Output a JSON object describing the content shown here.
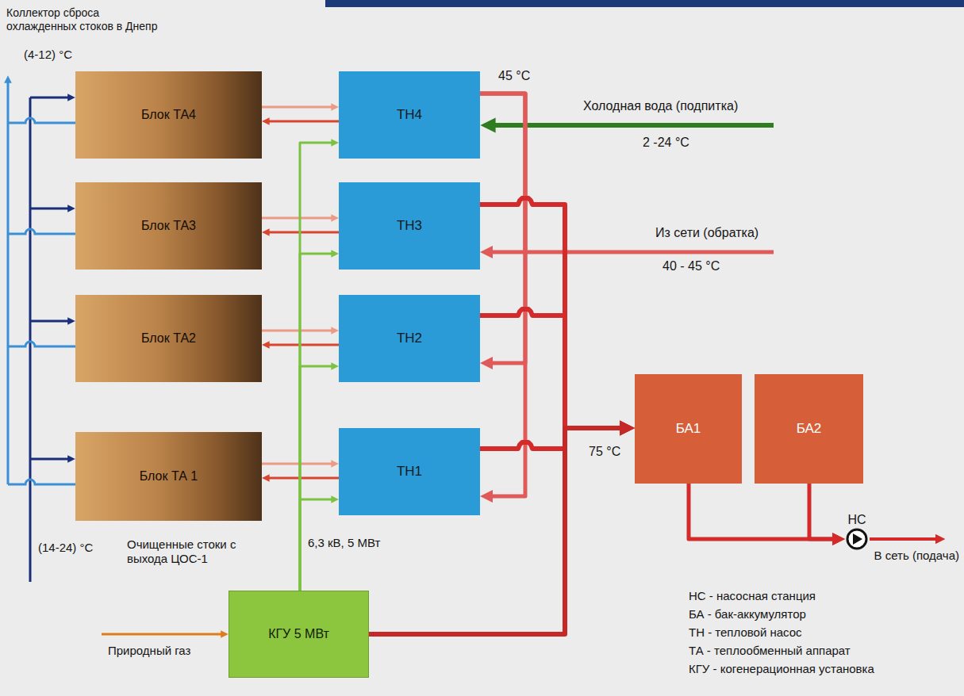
{
  "diagram": {
    "nodes": [
      {
        "text": [
          "Блок ТА4"
        ]
      },
      {
        "text": [
          "ТН4"
        ]
      },
      {
        "text": [
          "Блок ТА3"
        ]
      },
      {
        "text": [
          "ТН3"
        ]
      },
      {
        "text": [
          "Блок ТА2"
        ]
      },
      {
        "text": [
          "ТН2"
        ]
      },
      {
        "text": [
          "Блок ТА 1"
        ]
      },
      {
        "text": [
          "ТН1"
        ]
      },
      {
        "text": [
          "БА1"
        ]
      },
      {
        "text": [
          "БА2"
        ]
      },
      {
        "text": [
          "НС"
        ]
      },
      {
        "text": [
          "КГУ 5 МВт"
        ]
      }
    ],
    "edges": [
      {
        "from": 0,
        "to": 1,
        "arrow": "to"
      },
      {
        "from": 1,
        "to": 0,
        "arrow": "to"
      },
      {
        "from": 2,
        "to": 3,
        "arrow": "to"
      },
      {
        "from": 3,
        "to": 2,
        "arrow": "to"
      },
      {
        "from": 4,
        "to": 5,
        "arrow": "to"
      },
      {
        "from": 5,
        "to": 4,
        "arrow": "to"
      },
      {
        "from": 6,
        "to": 7,
        "arrow": "to"
      },
      {
        "from": 7,
        "to": 6,
        "arrow": "to"
      },
      {
        "from": 11,
        "to": 1,
        "arrow": "to"
      },
      {
        "from": 11,
        "to": 3,
        "arrow": "to"
      },
      {
        "from": 11,
        "to": 5,
        "arrow": "to"
      },
      {
        "from": 11,
        "to": 7,
        "arrow": "to"
      },
      {
        "from": 1,
        "to": 3,
        "arrow": "to"
      },
      {
        "from": 1,
        "to": 5,
        "arrow": "to"
      },
      {
        "from": 1,
        "to": 7,
        "arrow": "to"
      },
      {
        "from": 3,
        "to": 8,
        "arrow": "to"
      },
      {
        "from": 5,
        "to": 8,
        "arrow": "to"
      },
      {
        "from": 7,
        "to": 8,
        "arrow": "to"
      },
      {
        "from": 11,
        "to": 8,
        "arrow": "to"
      },
      {
        "from": 8,
        "to": 10,
        "arrow": "to"
      },
      {
        "from": 9,
        "to": 10,
        "arrow": "to"
      }
    ],
    "labels": [
      "Коллектор сброса охлажденных стоков в Днепр",
      "(4-12) °C",
      "45 °C",
      "Холодная вода (подпитка)",
      "2 -24 °C",
      "Из сети (обратка)",
      "40 - 45 °C",
      "75 °C",
      "В сеть (подача)",
      "(14-24) °C",
      "Очищенные стоки с выхода ЦОС-1",
      "6,3 кВ, 5 МВт",
      "Природный газ"
    ],
    "legend": [
      {
        "text": "НС - насосная станция"
      },
      {
        "text": "БА - бак-аккумулятор"
      },
      {
        "text": "ТН - тепловой насос"
      },
      {
        "text": "ТА - теплообменный аппарат"
      },
      {
        "text": "КГУ - когенерационная установка"
      }
    ]
  }
}
